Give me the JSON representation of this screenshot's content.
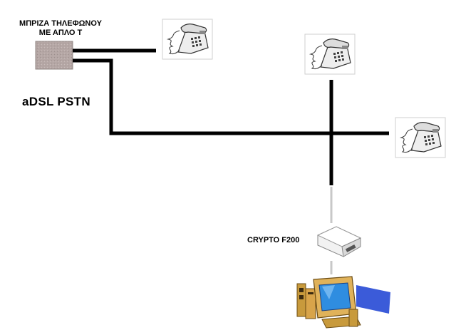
{
  "socket": {
    "label_line1": "ΜΠΡΙΖΑ ΤΗΛΕΦΩΝΟΥ",
    "label_line2": "ΜΕ ΑΠΛΟ Τ"
  },
  "line_label": "aDSL PSTN",
  "modem": {
    "label": "CRYPTO F200"
  },
  "icons": {
    "socket": "phone-socket-icon",
    "phone": "telephone-icon",
    "modem": "modem-icon",
    "computer": "computer-icon"
  },
  "colors": {
    "socket_fill": "#b5a7a5",
    "cable": "#000000",
    "data_cable": "#c8c8c8",
    "screen": "#2f8de0"
  }
}
